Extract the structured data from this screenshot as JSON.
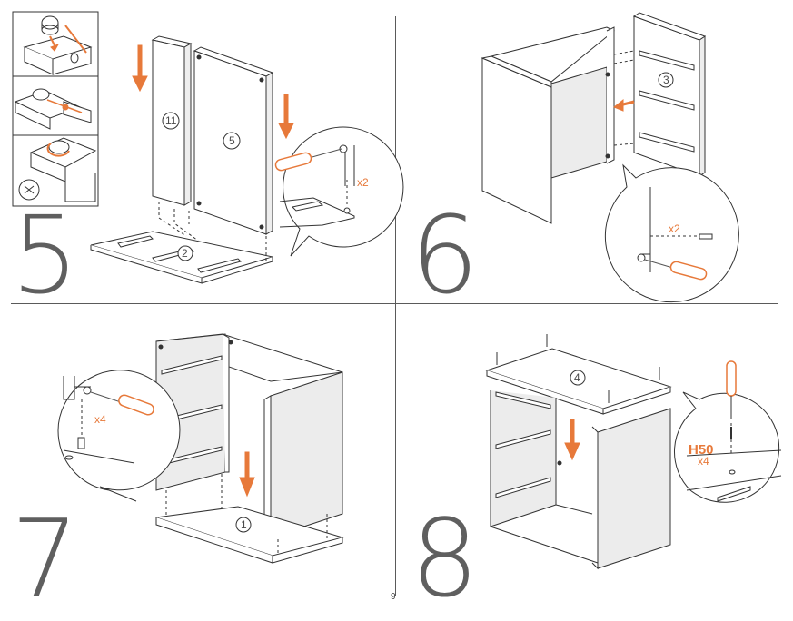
{
  "steps": [
    {
      "number": "5",
      "parts": [
        "11",
        "5",
        "2"
      ],
      "quantity": "x2"
    },
    {
      "number": "6",
      "parts": [
        "3"
      ],
      "quantity": "x2"
    },
    {
      "number": "7",
      "parts": [
        "1"
      ],
      "quantity": "x4"
    },
    {
      "number": "8",
      "parts": [
        "4"
      ],
      "code": "H50",
      "quantity": "x4"
    }
  ],
  "page_number": "9",
  "colors": {
    "accent": "#e7793a",
    "line": "#3a3a3a",
    "panel": "#ececec",
    "numeral": "#5f5f5f"
  }
}
